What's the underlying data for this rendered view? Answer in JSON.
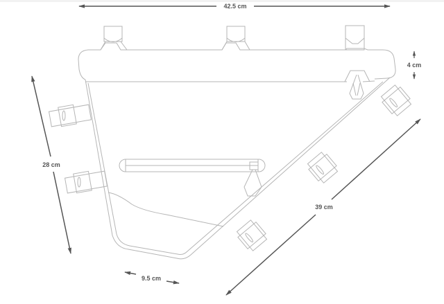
{
  "diagram": {
    "subject": "frame bag technical drawing",
    "colors": {
      "outline": "#b5b5b5",
      "dimension_line": "#555555",
      "label": "#555555",
      "background": "#ffffff"
    },
    "dimensions": {
      "top_length": "42.5 cm",
      "top_height": "4 cm",
      "front_height": "28 cm",
      "diagonal_length": "39 cm",
      "bottom_length": "9.5 cm"
    }
  }
}
